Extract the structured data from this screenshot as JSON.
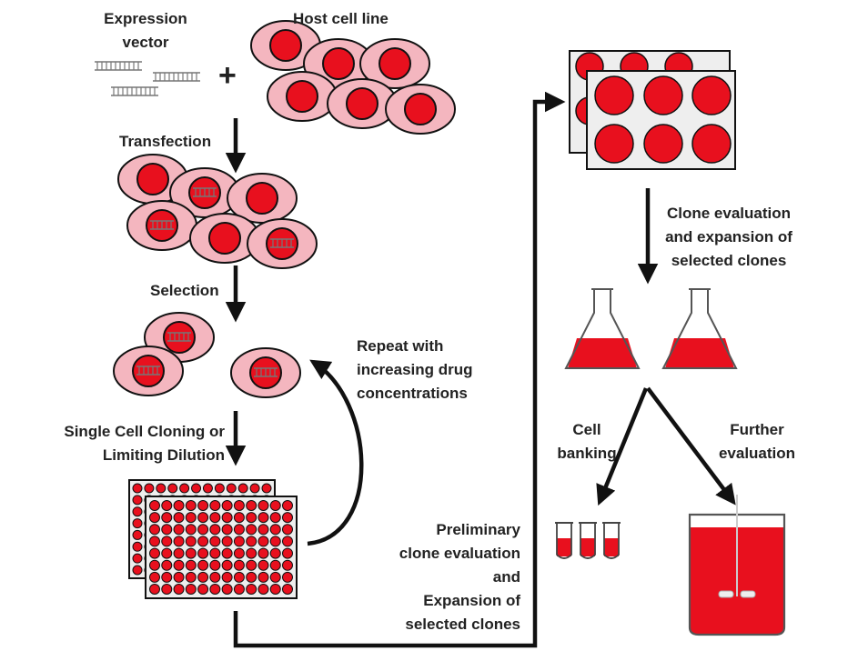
{
  "labels": {
    "expression_vector": [
      "Expression",
      "vector"
    ],
    "host_cell_line": "Host cell line",
    "plus": "+",
    "transfection": "Transfection",
    "selection": "Selection",
    "repeat": [
      "Repeat with",
      "increasing drug",
      "concentrations"
    ],
    "cloning": [
      "Single Cell Cloning or",
      "Limiting Dilution"
    ],
    "preliminary": [
      "Preliminary",
      "clone evaluation",
      "and",
      "Expansion of",
      "selected clones"
    ],
    "clone_eval": [
      "Clone evaluation",
      "and expansion of",
      "selected clones"
    ],
    "cell_banking": [
      "Cell",
      "banking"
    ],
    "further_eval": [
      "Further",
      "evaluation"
    ]
  },
  "colors": {
    "cytoplasm": "#f4b6bf",
    "nucleus": "#e8101e",
    "outline": "#111111",
    "plate": "#eeeeee",
    "media": "#e8101e"
  },
  "icons": [
    "dna-icon",
    "cell-icon",
    "plate-icon",
    "flask-icon",
    "tube-icon",
    "bioreactor-icon",
    "arrow-icon"
  ]
}
